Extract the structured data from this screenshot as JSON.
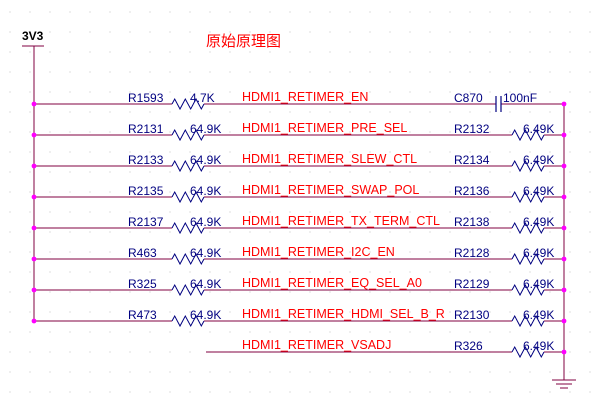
{
  "title": "原始原理图",
  "power_label": "3V3",
  "colors": {
    "wire": "#800040",
    "net_label": "#ff0000",
    "designator": "#000080",
    "power": "#000000",
    "grid": "#c8c8c8",
    "junction": "#ff00ff"
  },
  "rows": [
    {
      "left_ref": "R1593",
      "left_val": "4.7K",
      "net": "HDMI1_RETIMER_EN",
      "right_ref": "C870",
      "right_val": "100nF",
      "right_kind": "capacitor",
      "from_power": true
    },
    {
      "left_ref": "R2131",
      "left_val": "64.9K",
      "net": "HDMI1_RETIMER_PRE_SEL",
      "right_ref": "R2132",
      "right_val": "6.49K",
      "right_kind": "resistor",
      "from_power": true
    },
    {
      "left_ref": "R2133",
      "left_val": "64.9K",
      "net": "HDMI1_RETIMER_SLEW_CTL",
      "right_ref": "R2134",
      "right_val": "6.49K",
      "right_kind": "resistor",
      "from_power": true
    },
    {
      "left_ref": "R2135",
      "left_val": "64.9K",
      "net": "HDMI1_RETIMER_SWAP_POL",
      "right_ref": "R2136",
      "right_val": "6.49K",
      "right_kind": "resistor",
      "from_power": true
    },
    {
      "left_ref": "R2137",
      "left_val": "64.9K",
      "net": "HDMI1_RETIMER_TX_TERM_CTL",
      "right_ref": "R2138",
      "right_val": "6.49K",
      "right_kind": "resistor",
      "from_power": true
    },
    {
      "left_ref": "R463",
      "left_val": "64.9K",
      "net": "HDMI1_RETIMER_I2C_EN",
      "right_ref": "R2128",
      "right_val": "6.49K",
      "right_kind": "resistor",
      "from_power": true
    },
    {
      "left_ref": "R325",
      "left_val": "64.9K",
      "net": "HDMI1_RETIMER_EQ_SEL_A0",
      "right_ref": "R2129",
      "right_val": "6.49K",
      "right_kind": "resistor",
      "from_power": true
    },
    {
      "left_ref": "R473",
      "left_val": "64.9K",
      "net": "HDMI1_RETIMER_HDMI_SEL_B_R",
      "right_ref": "R2130",
      "right_val": "6.49K",
      "right_kind": "resistor",
      "from_power": true
    },
    {
      "left_ref": "",
      "left_val": "",
      "net": "HDMI1_RETIMER_VSADJ",
      "right_ref": "R326",
      "right_val": "6.49K",
      "right_kind": "resistor",
      "from_power": false
    }
  ]
}
